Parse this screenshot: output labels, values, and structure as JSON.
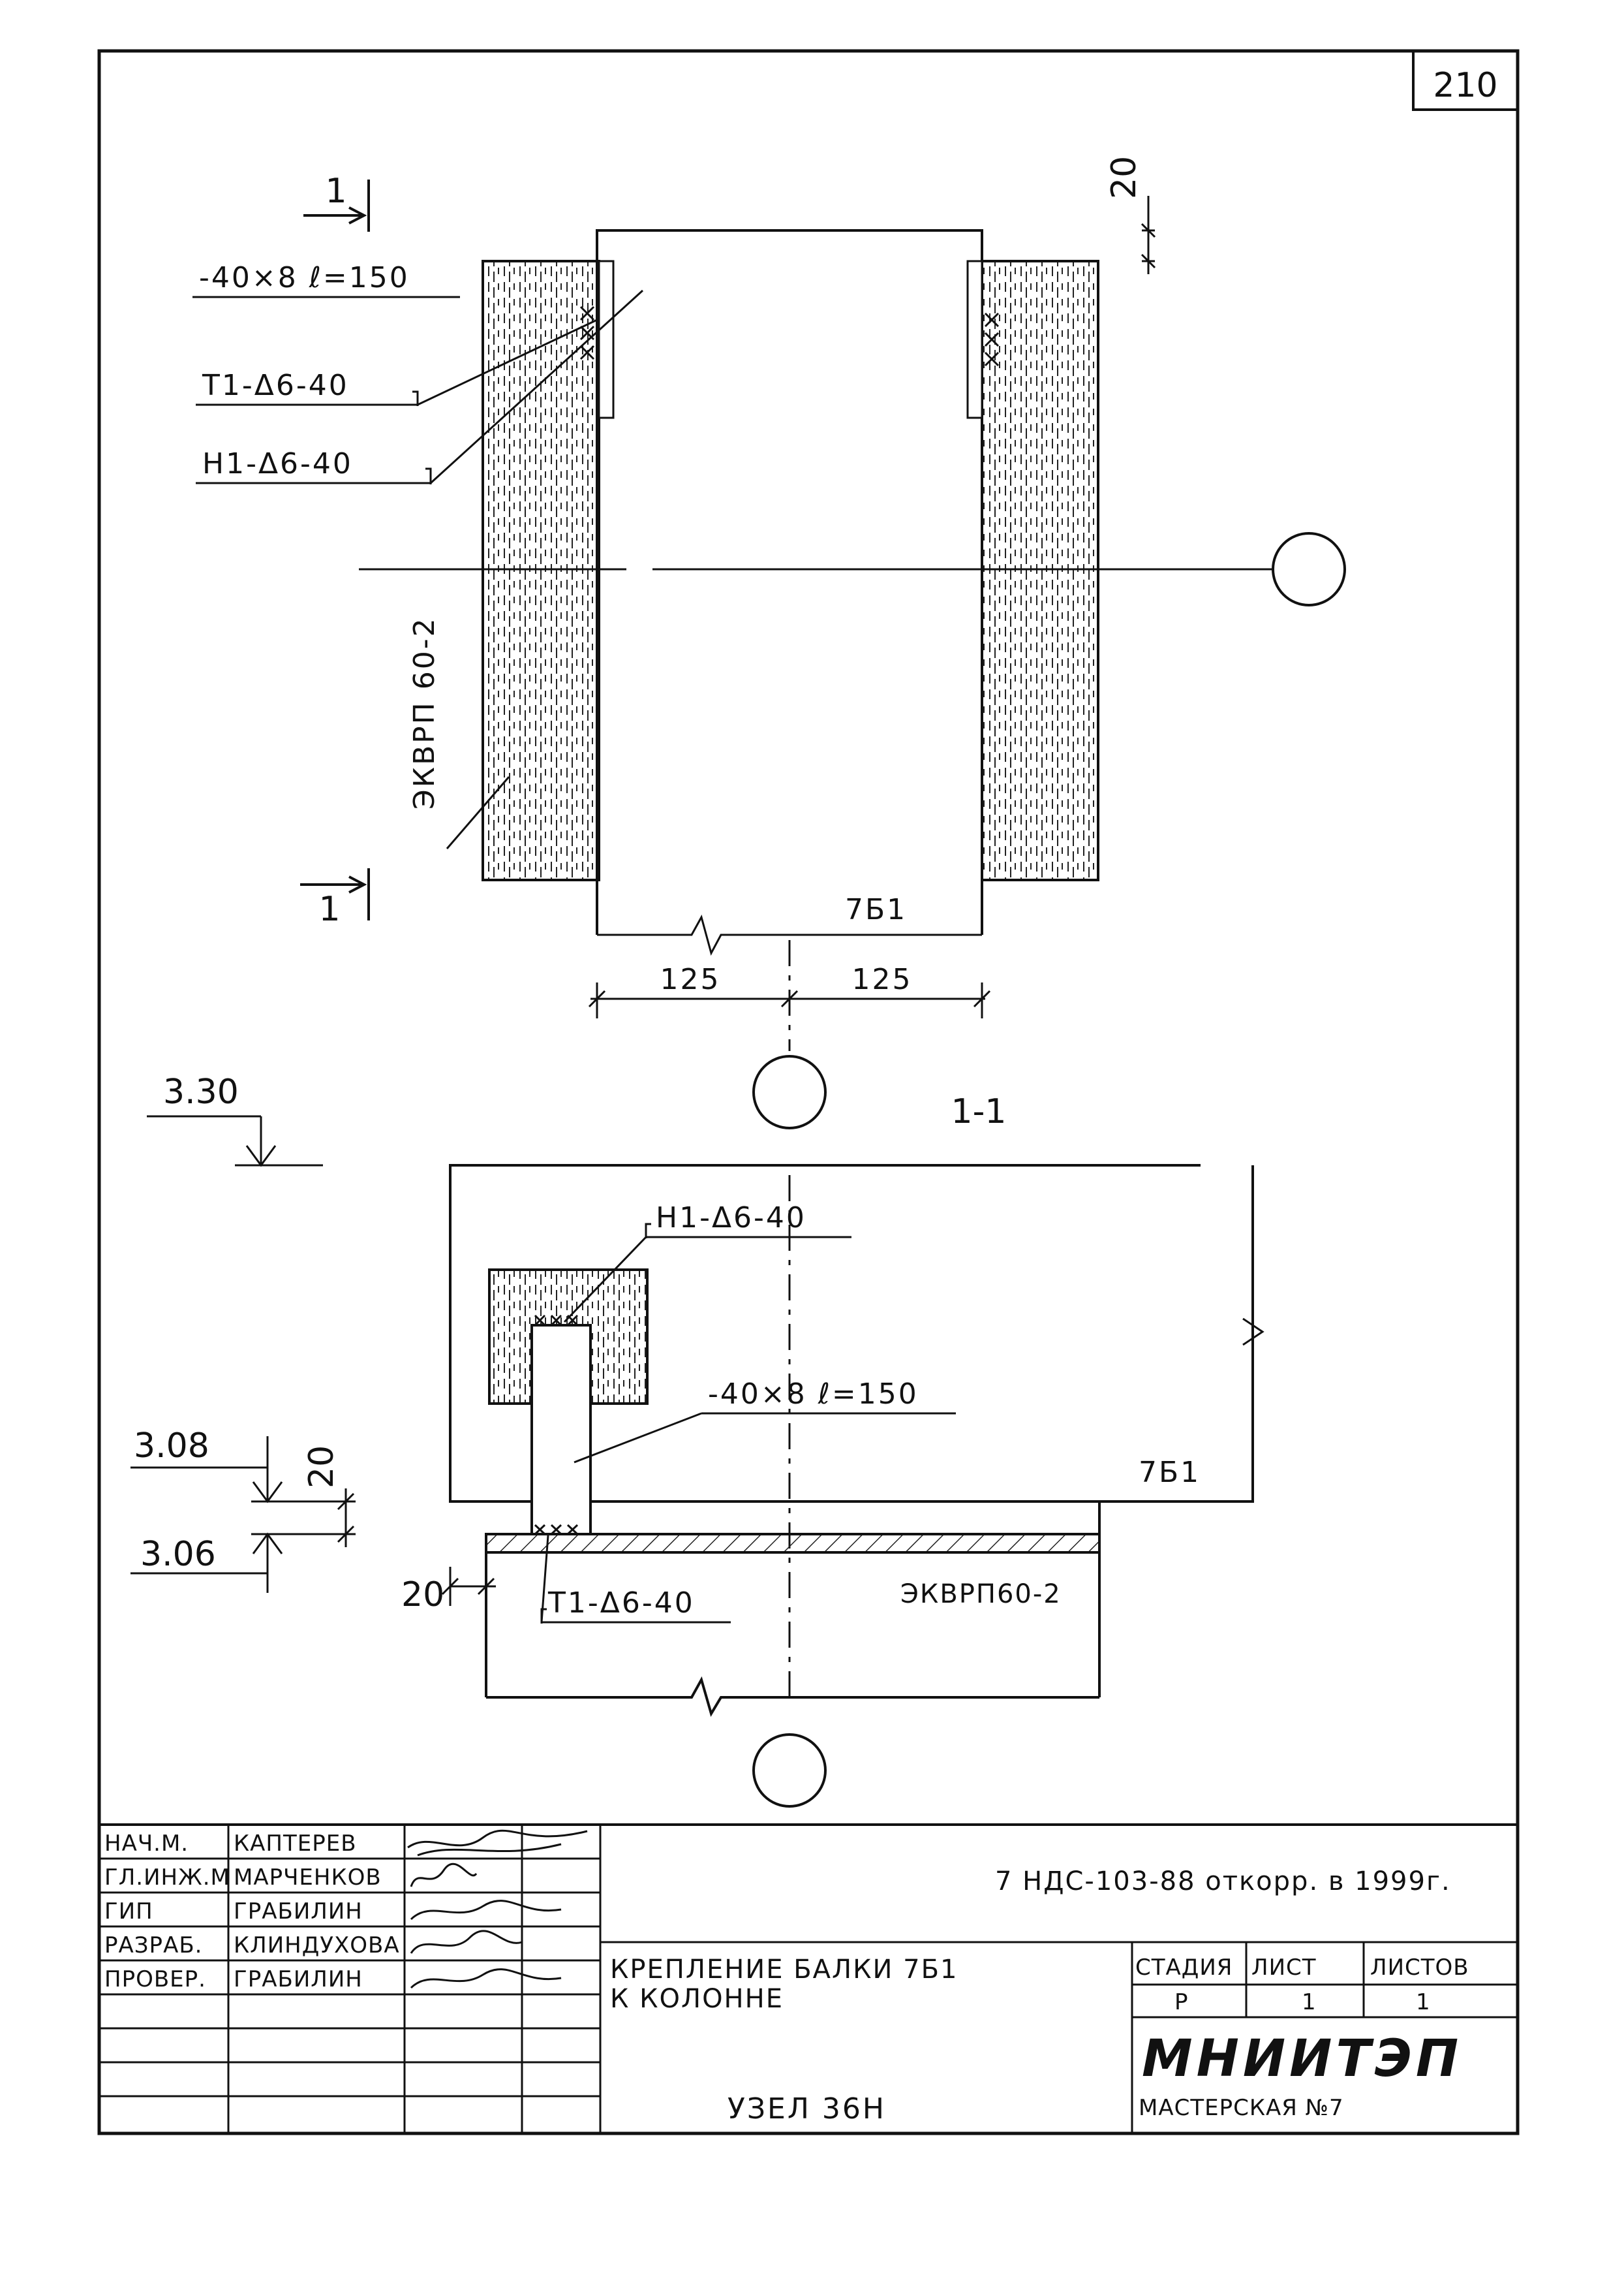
{
  "sheet_number": "210",
  "plan": {
    "section_mark": "1",
    "plate_label": "-40×8  ℓ=150",
    "weld_t_label": "T1-Δ6-40",
    "weld_h_label": "Н1-Δ6-40",
    "dim_top": "20",
    "column_label": "ЭКВРП 60-2",
    "beam_label": "7Б1",
    "dim_left": "125",
    "dim_right": "125"
  },
  "section": {
    "title": "1-1",
    "elev_top": "3.30",
    "weld_h_label": "Н1-Δ6-40",
    "plate_label": "-40×8  ℓ=150",
    "beam_label": "7Б1",
    "elev_mid": "3.08",
    "dim_vertical": "20",
    "elev_low": "3.06",
    "dim_horizontal": "20",
    "weld_t_label": "T1-Δ6-40",
    "column_label": "ЭКВРП60-2"
  },
  "title_block": {
    "rows": [
      {
        "role": "НАЧ.М.",
        "name": "КАПТЕРЕВ"
      },
      {
        "role": "ГЛ.ИНЖ.М",
        "name": "МАРЧЕНКОВ"
      },
      {
        "role": "ГИП",
        "name": "ГРАБИЛИН"
      },
      {
        "role": "РАЗРАБ.",
        "name": "КЛИНДУХОВА"
      },
      {
        "role": "ПРОВЕР.",
        "name": "ГРАБИЛИН"
      }
    ],
    "doc_code": "7 НДС-103-88 откорр. в 1999г.",
    "title_line1": "КРЕПЛЕНИЕ БАЛКИ 7Б1",
    "title_line2": "К КОЛОННЕ",
    "node": "УЗЕЛ 36Н",
    "stage_header": "СТАДИЯ",
    "sheet_header": "ЛИСТ",
    "sheets_header": "ЛИСТОВ",
    "stage_value": "Р",
    "sheet_value": "1",
    "sheets_value": "1",
    "org": "МНИИТЭП",
    "workshop": "МАСТЕРСКАЯ №7"
  }
}
